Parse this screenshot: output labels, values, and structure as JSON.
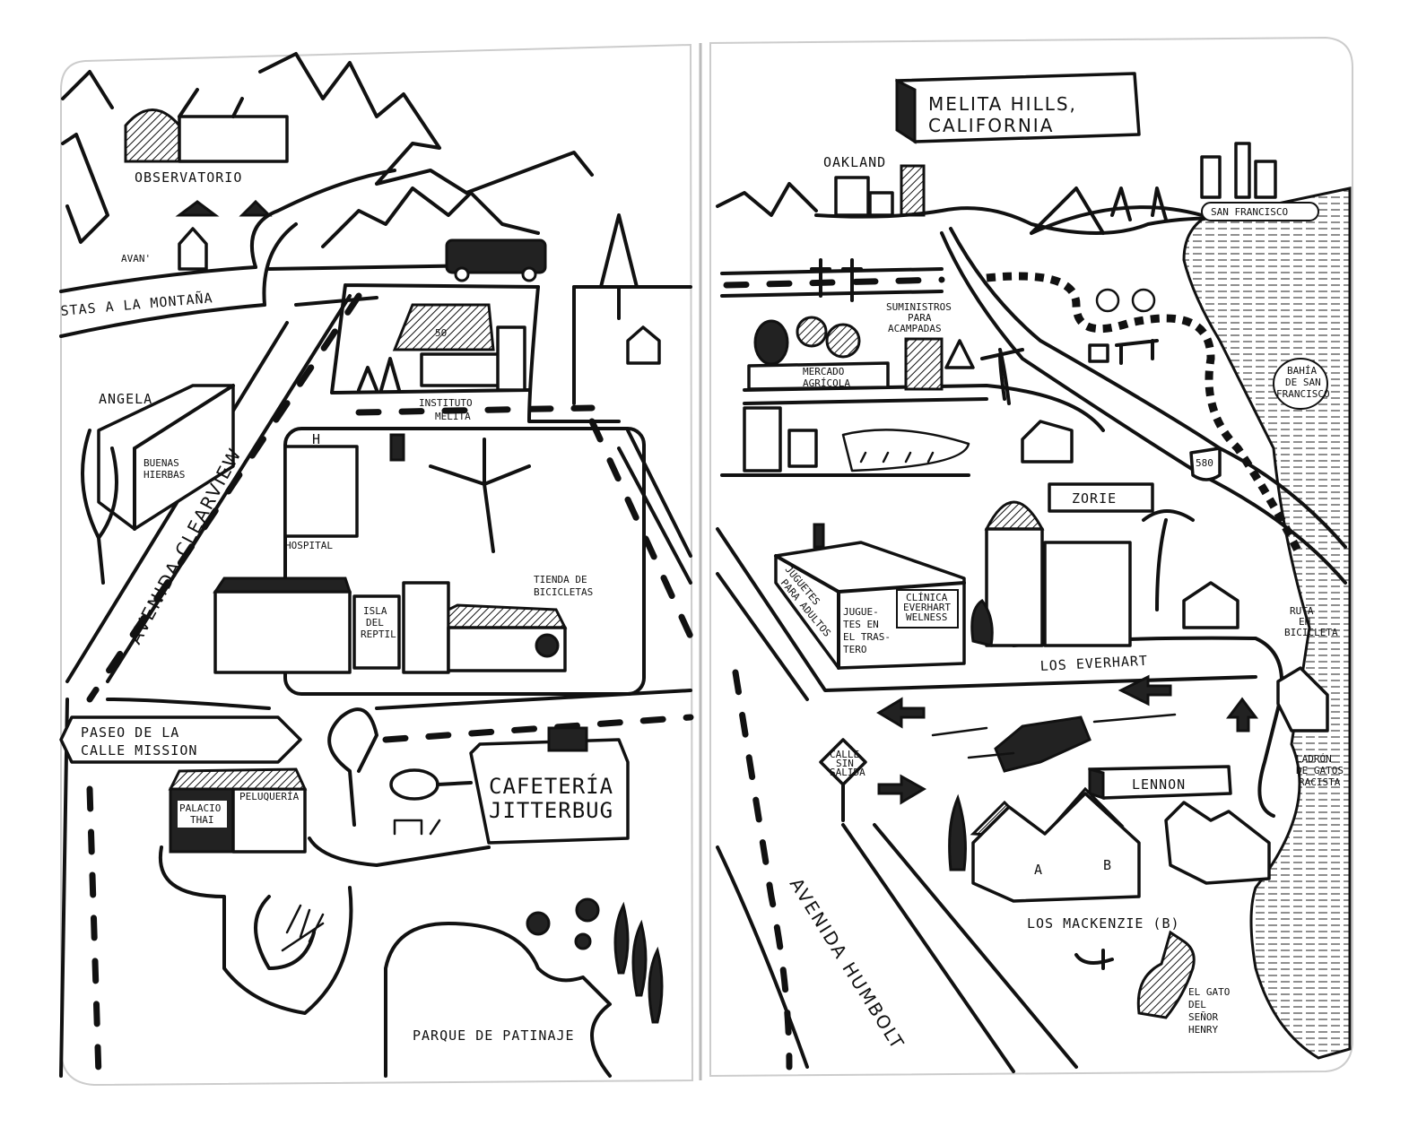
{
  "title": [
    "MELITA HILLS,",
    "CALIFORNIA"
  ],
  "left_page": {
    "observatory": "OBSERVATORIO",
    "avan": "AVAN'",
    "mountain_road": "STAS A LA MONTAÑA",
    "angela": "ANGELA",
    "buenas_hierbas": [
      "BUENAS",
      "HIERBAS"
    ],
    "avenida_clearview": "AVENIDA CLEARVIEW",
    "school_number": "50",
    "instituto": [
      "INSTITUTO",
      "MELITA"
    ],
    "hospital": "HOSPITAL",
    "isla_reptil": [
      "ISLA",
      "DEL",
      "REPTIL"
    ],
    "tienda_bicicletas": [
      "TIENDA DE",
      "BICICLETAS"
    ],
    "paseo_mission": [
      "PASEO DE LA",
      "CALLE MISSION"
    ],
    "palacio_thai": [
      "PALACIO",
      "THAI"
    ],
    "peluqueria": "PELUQUERÍA",
    "cafeteria": [
      "CAFETERÍA",
      "JITTERBUG"
    ],
    "parque": "PARQUE DE PATINAJE"
  },
  "right_page": {
    "oakland": "OAKLAND",
    "san_francisco": "SAN FRANCISCO",
    "bahia": [
      "BAHÍA",
      "DE SAN",
      "FRANCISCO"
    ],
    "suministros": [
      "SUMINISTROS",
      "PARA",
      "ACAMPADAS"
    ],
    "mercado": [
      "MERCADO",
      "AGRÍCOLA"
    ],
    "highway": "580",
    "zorie": "ZORIE",
    "juguetes_adultos": [
      "JUGUETES",
      "PARA ADULTOS"
    ],
    "juguetes_trastero": [
      "JUGUE-",
      "TES EN",
      "EL TRAS-",
      "TERO"
    ],
    "clinica": [
      "CLÍNICA",
      "EVERHART",
      "WELNESS"
    ],
    "los_everhart": "LOS EVERHART",
    "ruta_bici": [
      "RUTA",
      "EN",
      "BICICLETA"
    ],
    "ladron": [
      "LADRÓN",
      "DE GATOS",
      "RACISTA"
    ],
    "calle_sin_salida": [
      "CALLE",
      "SIN",
      "SALIDA"
    ],
    "lennon": "LENNON",
    "house_a": "A",
    "house_b": "B",
    "los_mackenzie": "LOS MACKENZIE (B)",
    "gato_henry": [
      "EL GATO",
      "DEL",
      "SEÑOR",
      "HENRY"
    ],
    "avenida_humbolt": "AVENIDA HUMBOLT"
  }
}
